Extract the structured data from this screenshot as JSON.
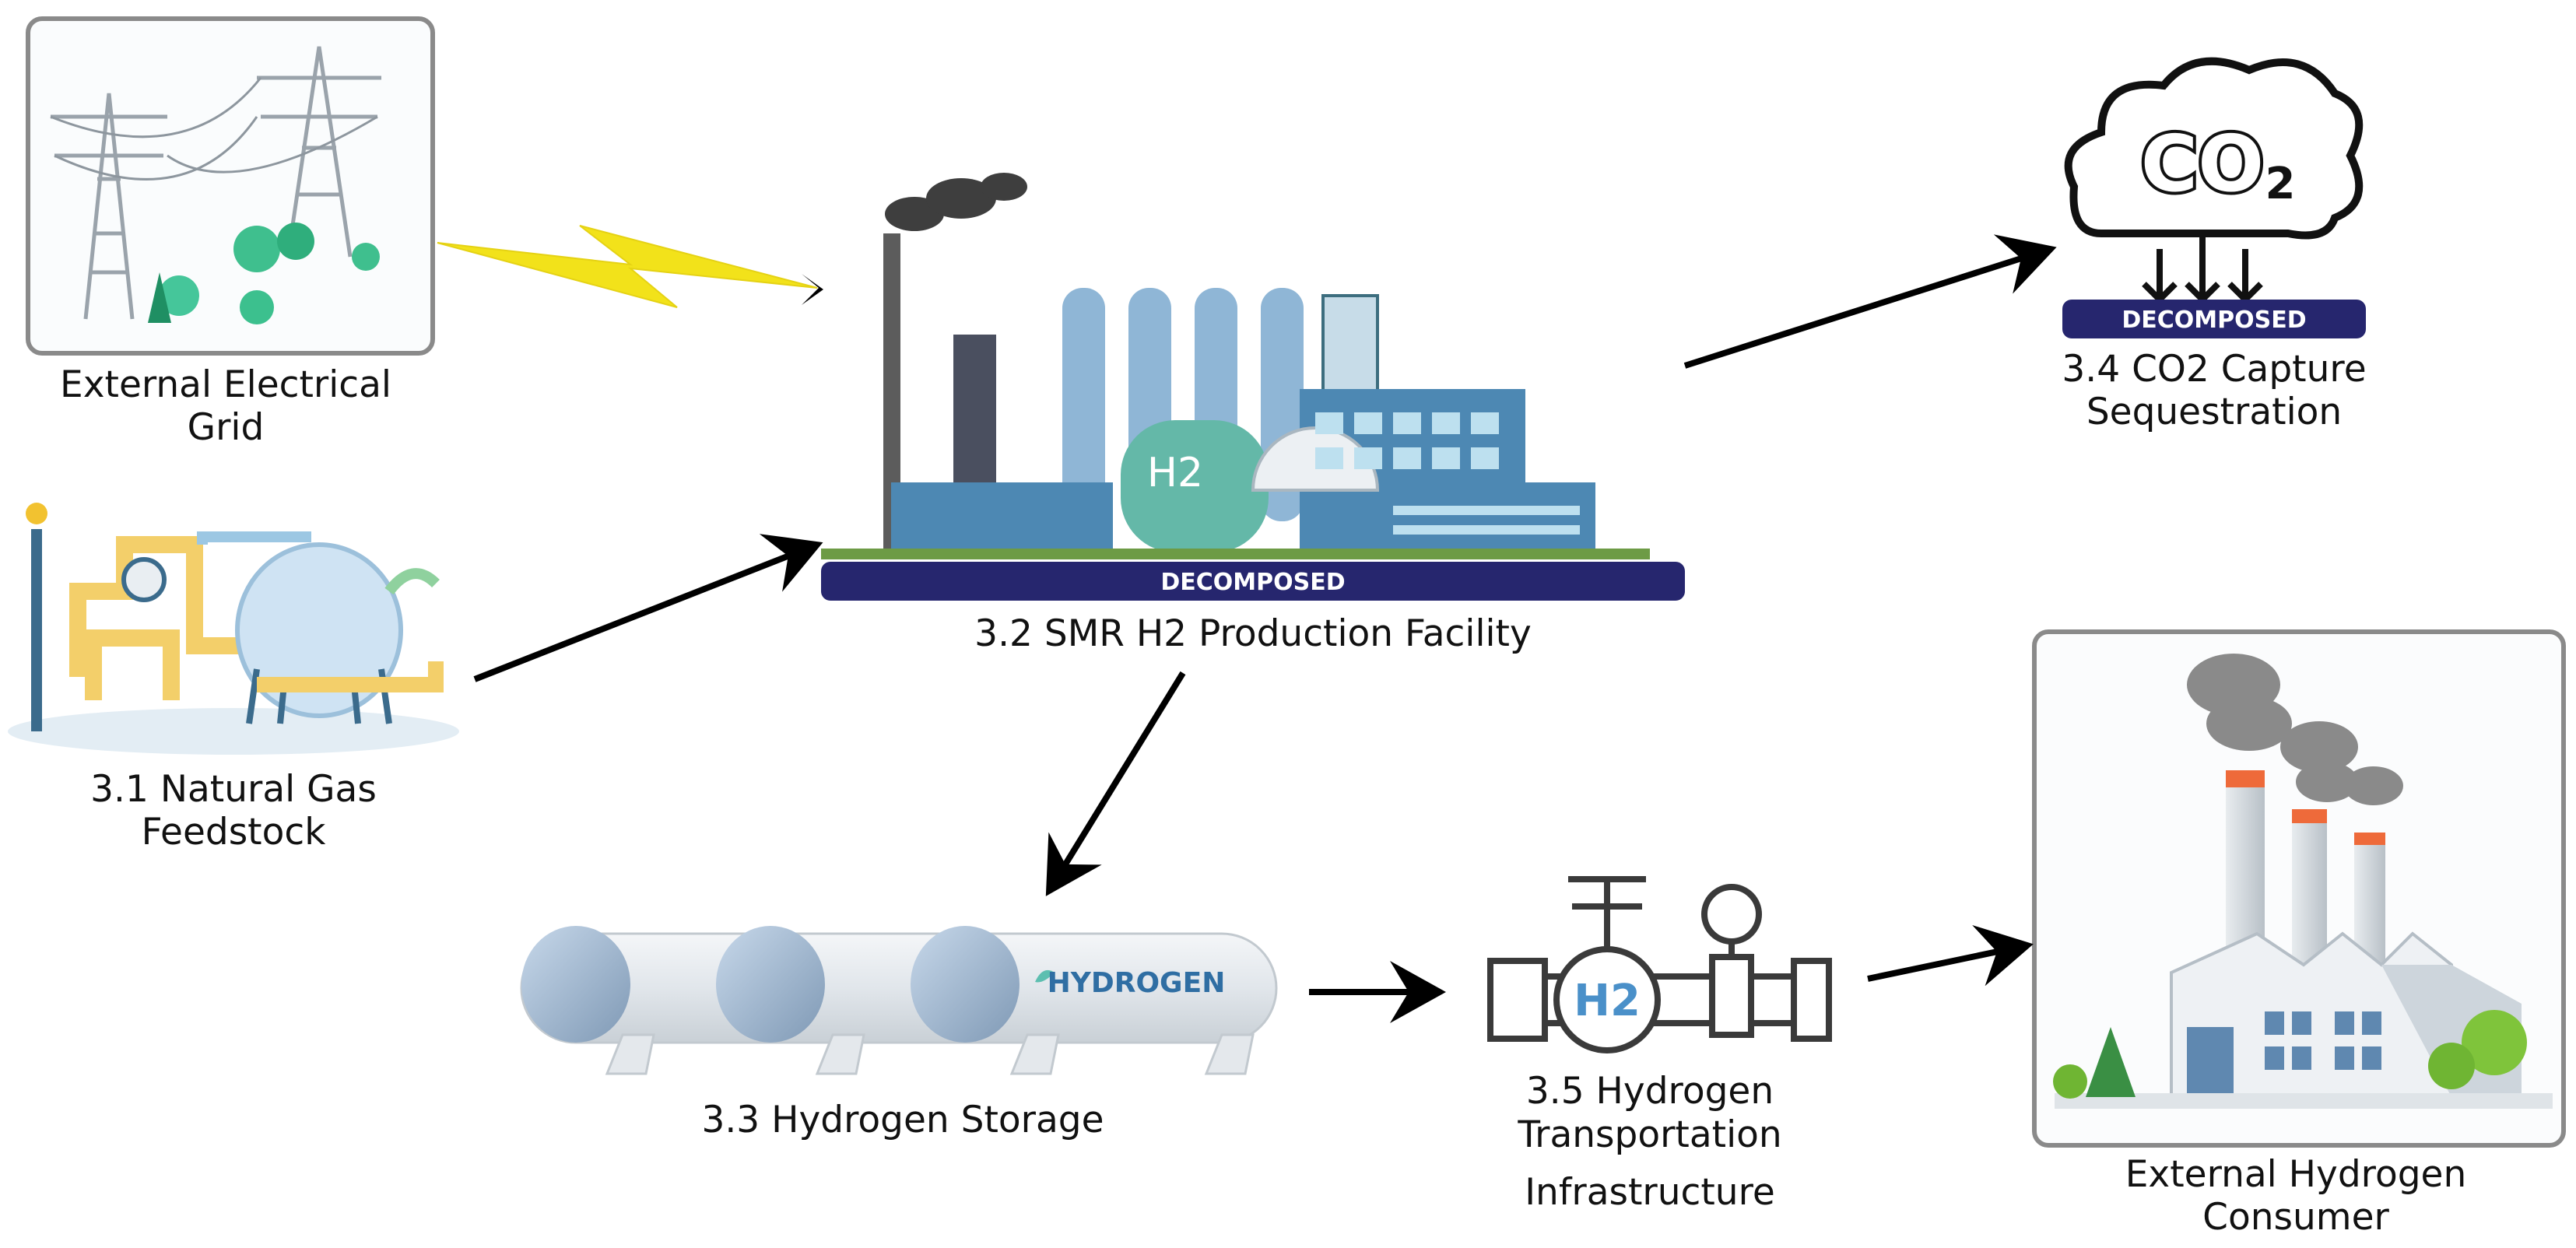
{
  "nodes": {
    "grid": {
      "label_lines": [
        "External Electrical",
        "Grid"
      ]
    },
    "natural_gas": {
      "label_lines": [
        "3.1 Natural Gas",
        "Feedstock"
      ]
    },
    "smr": {
      "label": "3.2 SMR H2 Production Facility",
      "badge": "DECOMPOSED",
      "tank_text": "H2"
    },
    "storage": {
      "label": "3.3 Hydrogen Storage",
      "tank_text": "HYDROGEN"
    },
    "co2": {
      "label_lines": [
        "3.4 CO2 Capture",
        "Sequestration"
      ],
      "badge": "DECOMPOSED",
      "cloud_text": "CO",
      "cloud_subscript": "2"
    },
    "transport": {
      "label_lines": [
        "3.5 Hydrogen",
        "Transportation",
        "Infrastructure"
      ],
      "valve_text": "H2"
    },
    "consumer": {
      "label_lines": [
        "External Hydrogen",
        "Consumer"
      ]
    }
  },
  "colors": {
    "badge": "#26266e",
    "arrow": "#000000",
    "lightning": "#f2e21a",
    "frame": "#8a8a8a"
  }
}
